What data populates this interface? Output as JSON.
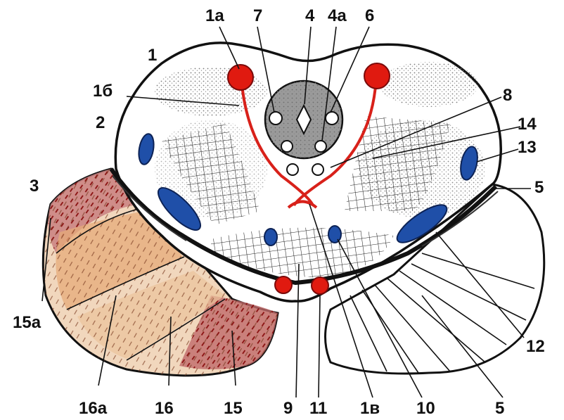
{
  "colors": {
    "nucleus_red": "#e01a10",
    "tract_red": "#d8211a",
    "nucleus_blue": "#1f4fa8",
    "stipple": "#7a7a7a",
    "cerebellar_pink": "#c86a6a",
    "cerebellar_tan": "#e9b98a",
    "outline": "#111111"
  },
  "labels": {
    "l1": "1",
    "l1a": "1а",
    "l1b": "1б",
    "l1v": "1в",
    "l2": "2",
    "l3": "3",
    "l4": "4",
    "l4a": "4а",
    "l5_right": "5",
    "l5_bottom": "5",
    "l6": "6",
    "l7": "7",
    "l8": "8",
    "l9": "9",
    "l10": "10",
    "l11": "11",
    "l12": "12",
    "l13": "13",
    "l14": "14",
    "l15": "15",
    "l15a": "15а",
    "l16": "16",
    "l16a": "16а"
  },
  "icons": {
    "red_nucleus": "red-nucleus-icon",
    "blue_nucleus": "blue-nucleus-icon"
  }
}
